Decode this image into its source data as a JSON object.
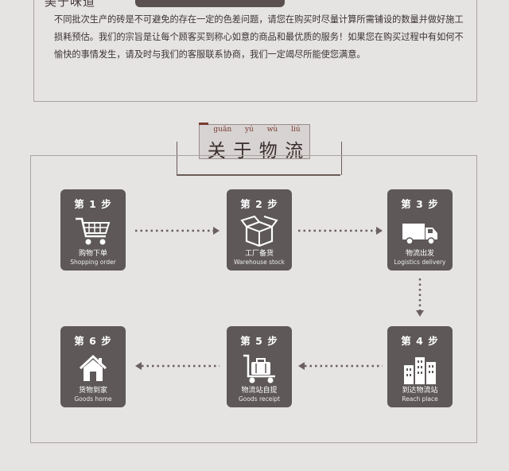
{
  "notice": {
    "heading_fragment": "美于味道",
    "paragraph": "不同批次生产的砖是不可避免的存在一定的色差问题，请您在购买时尽量计算所需铺设的数量并做好施工损耗预估。我们的宗旨是让每个顾客买到称心如意的商品和最优质的服务！如果您在购买过程中有如何不愉快的事情发生，请及时与我们的客服联系协商，我们一定竭尽所能使您满意。"
  },
  "section_title": {
    "chars": [
      "关",
      "于",
      "物",
      "流"
    ],
    "pinyin": [
      "guān",
      "yú",
      "wù",
      "liú"
    ]
  },
  "steps": [
    {
      "label": "第 1 步",
      "cn": "购物下单",
      "en": "Shopping order",
      "icon": "shopping-cart-icon"
    },
    {
      "label": "第 2 步",
      "cn": "工厂备货",
      "en": "Warehouse stock",
      "icon": "box-icon"
    },
    {
      "label": "第 3 步",
      "cn": "物流出发",
      "en": "Logistics delivery",
      "icon": "truck-icon"
    },
    {
      "label": "第 4 步",
      "cn": "到达物流站",
      "en": "Reach place",
      "icon": "buildings-icon"
    },
    {
      "label": "第 5 步",
      "cn": "物流站自提",
      "en": "Goods receipt",
      "icon": "luggage-cart-icon"
    },
    {
      "label": "第 6 步",
      "cn": "货物到家",
      "en": "Goods home",
      "icon": "house-icon"
    }
  ],
  "colors": {
    "card": "#5e5858",
    "background": "#e6e3e3",
    "accent": "#7a3b2e",
    "arrow": "#6a6060"
  }
}
